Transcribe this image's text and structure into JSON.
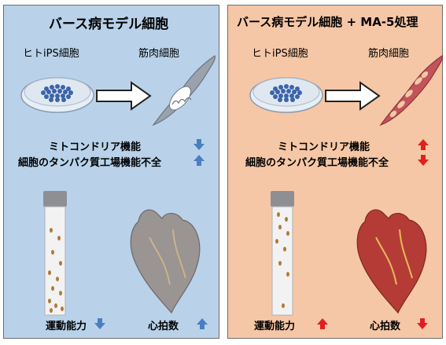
{
  "left_panel": {
    "title": "バース病モデル細胞",
    "ips_label": "ヒトiPS細胞",
    "muscle_label": "筋肉細胞",
    "mito_text": "ミトコンドリア機能",
    "protein_text": "細胞のタンパク質工場機能不全",
    "motor_text": "運動能力",
    "heart_text": "心拍数",
    "arrow_color_down": "#4a7fc1",
    "arrow_color_up": "#4a7fc1"
  },
  "right_panel": {
    "title": "バース病モデル細胞 + MA-5処理",
    "ips_label": "ヒトiPS細胞",
    "muscle_label": "筋肉細胞",
    "mito_text": "ミトコンドリア機能",
    "protein_text": "細胞のタンパク質工場機能不全",
    "motor_text": "運動能力",
    "heart_text": "心拍数",
    "arrow_color": "#e02020"
  },
  "colors": {
    "left_bg": "#b9d2ea",
    "right_bg": "#f5c7a6"
  }
}
